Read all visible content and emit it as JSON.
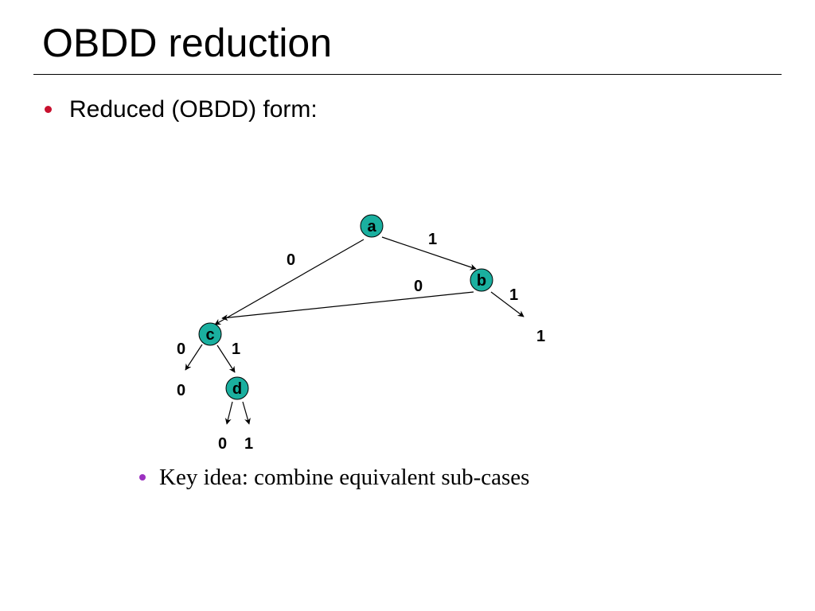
{
  "slide": {
    "title": "OBDD reduction",
    "bullets": [
      {
        "text": "Reduced (OBDD) form:",
        "dot_color": "#c8102e"
      },
      {
        "text": "Key idea: combine equivalent sub-cases",
        "dot_color": "#9b30c0"
      }
    ]
  },
  "diagram": {
    "node_color": "#1aaf9f",
    "nodes": [
      {
        "id": "a",
        "label": "a"
      },
      {
        "id": "b",
        "label": "b"
      },
      {
        "id": "c",
        "label": "c"
      },
      {
        "id": "d",
        "label": "d"
      }
    ],
    "edges": [
      {
        "from": "a",
        "to": "c",
        "label": "0"
      },
      {
        "from": "a",
        "to": "b",
        "label": "1"
      },
      {
        "from": "b",
        "to": "c",
        "label": "0"
      },
      {
        "from": "b",
        "to": "1",
        "label": "1"
      },
      {
        "from": "c",
        "to": "0",
        "label": "0"
      },
      {
        "from": "c",
        "to": "d",
        "label": "1"
      },
      {
        "from": "d",
        "to": "0",
        "label": ""
      },
      {
        "from": "d",
        "to": "1",
        "label": ""
      }
    ],
    "terminals": [
      {
        "id": "b-one",
        "label": "1"
      },
      {
        "id": "c-zero",
        "label": "0"
      },
      {
        "id": "d-zero",
        "label": "0"
      },
      {
        "id": "d-one",
        "label": "1"
      }
    ]
  }
}
